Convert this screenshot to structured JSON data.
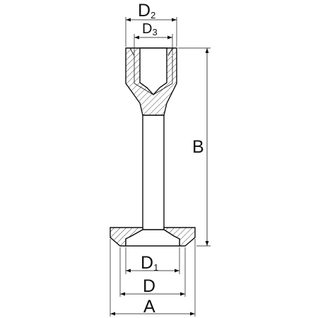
{
  "labels": {
    "a": "A",
    "b": "B",
    "d": "D",
    "d1_base": "D",
    "d1_sub": "1",
    "d2_base": "D",
    "d2_sub": "2",
    "d3_base": "D",
    "d3_sub": "3"
  },
  "colors": {
    "line": "#111111",
    "background": "#ffffff"
  }
}
